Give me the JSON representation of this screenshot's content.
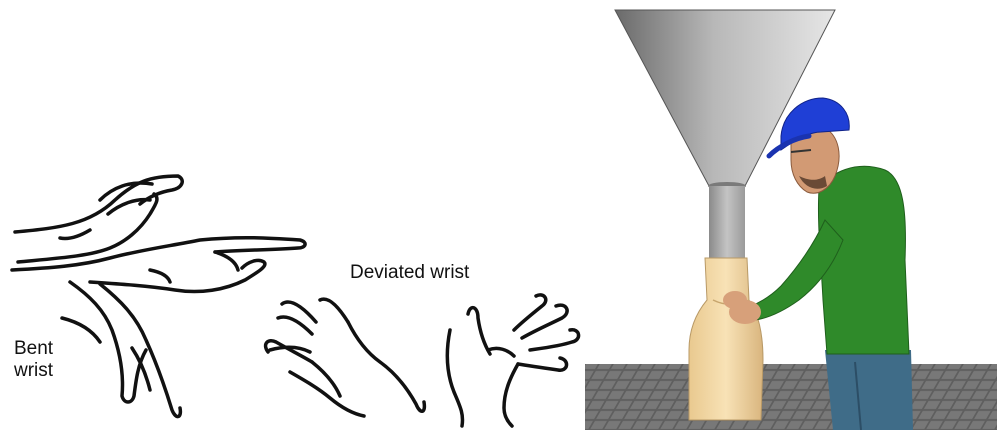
{
  "labels": {
    "bent_line1": "Bent",
    "bent_line2": "wrist",
    "deviated": "Deviated wrist"
  },
  "colors": {
    "outline": "#111111",
    "funnel_dark": "#555555",
    "funnel_light": "#d8d8d8",
    "bag": "#f2d9a8",
    "bag_shadow": "#d6b680",
    "helmet": "#1f3fd6",
    "shirt": "#2e8b2a",
    "jeans": "#3e6f8e",
    "skin": "#d7a07a",
    "floor": "#6a6a6a"
  },
  "icons": {
    "left_panel": "wrist-posture-illustration",
    "right_panel": "worker-filling-bag-illustration"
  }
}
